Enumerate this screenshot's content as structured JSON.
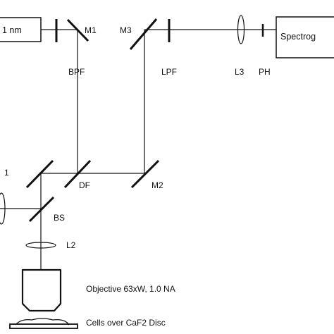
{
  "components": {
    "laser_label": "1 nm",
    "spectrograph_label": "Spectrog",
    "bpf": "BPF",
    "lpf": "LPF",
    "m1": "M1",
    "m2": "M2",
    "m3": "M3",
    "l1_partial": "1",
    "l2": "L2",
    "l3": "L3",
    "ph": "PH",
    "df": "DF",
    "bs": "BS",
    "objective": "Objective 63xW, 1.0  NA",
    "sample": "Cells over CaF2 Disc"
  },
  "colors": {
    "line": "#111111",
    "background": "#ffffff"
  }
}
